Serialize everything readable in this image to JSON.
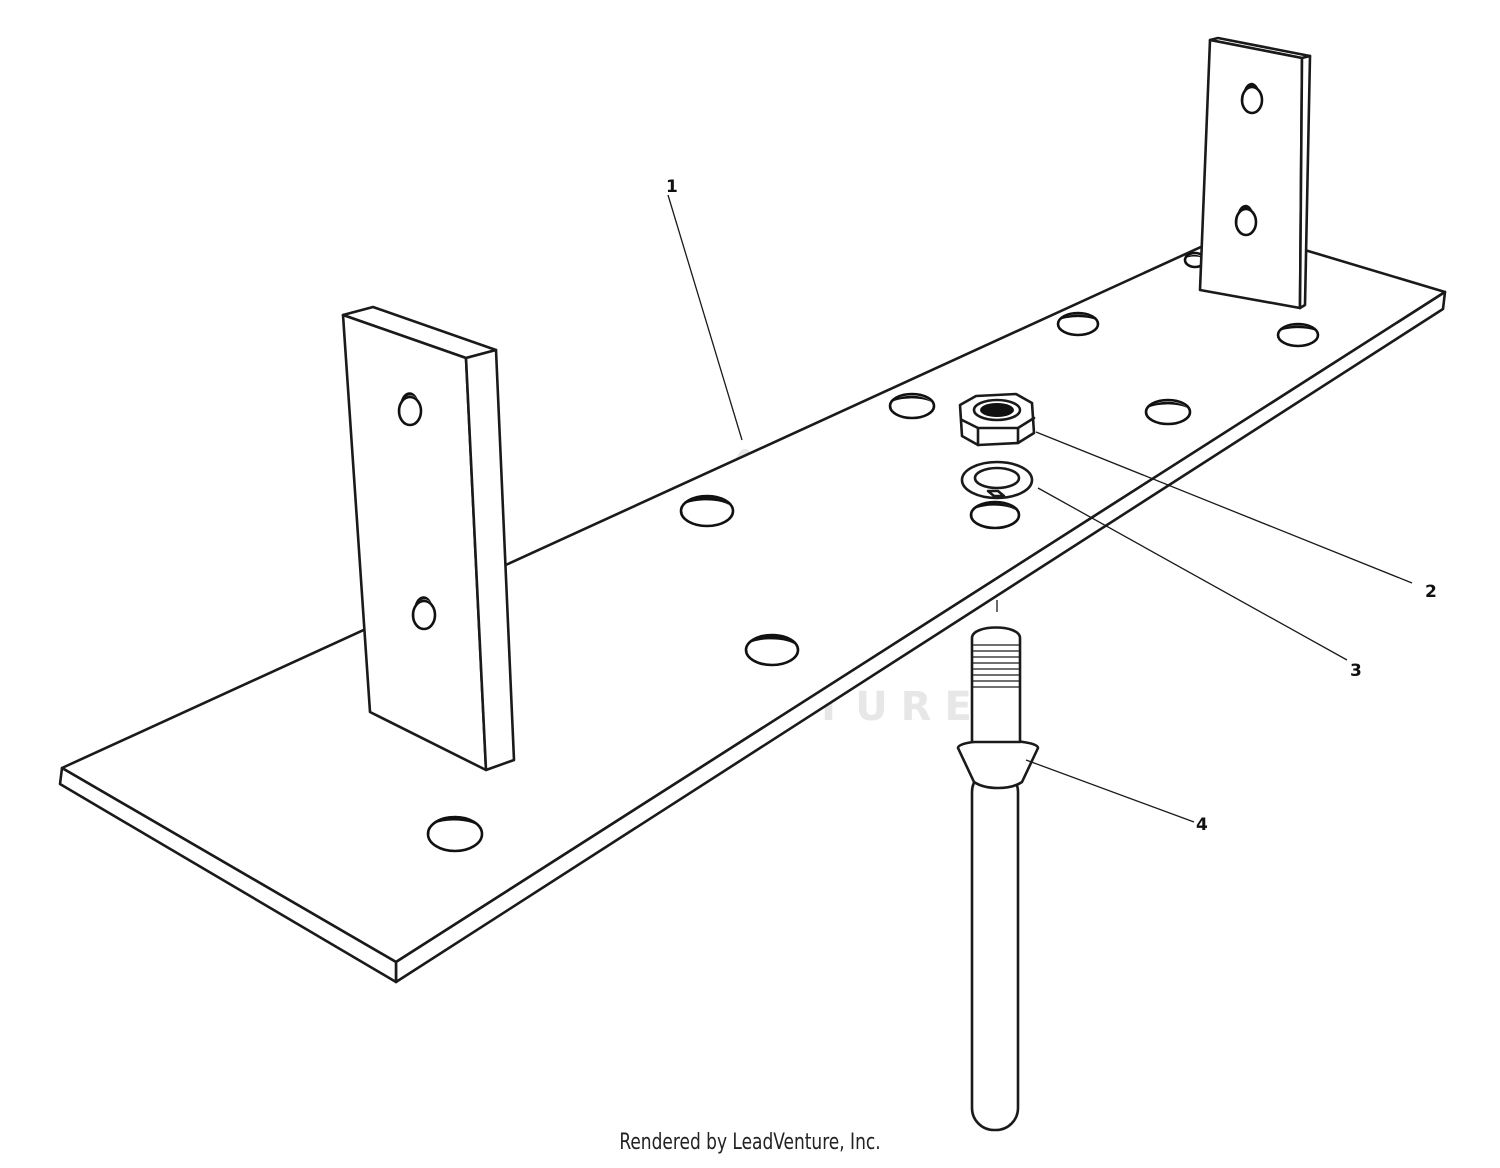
{
  "callouts": {
    "c1": "1",
    "c2": "2",
    "c3": "3",
    "c4": "4"
  },
  "watermark": {
    "text": "LEADVENTURE"
  },
  "footer": {
    "credit": "Rendered by LeadVenture, Inc."
  },
  "colors": {
    "line": "#1a1a1a",
    "background": "#ffffff",
    "watermark": "#d4d4d4"
  },
  "icons": {
    "watermark_logo": "leadventure-flame-v-logo"
  }
}
